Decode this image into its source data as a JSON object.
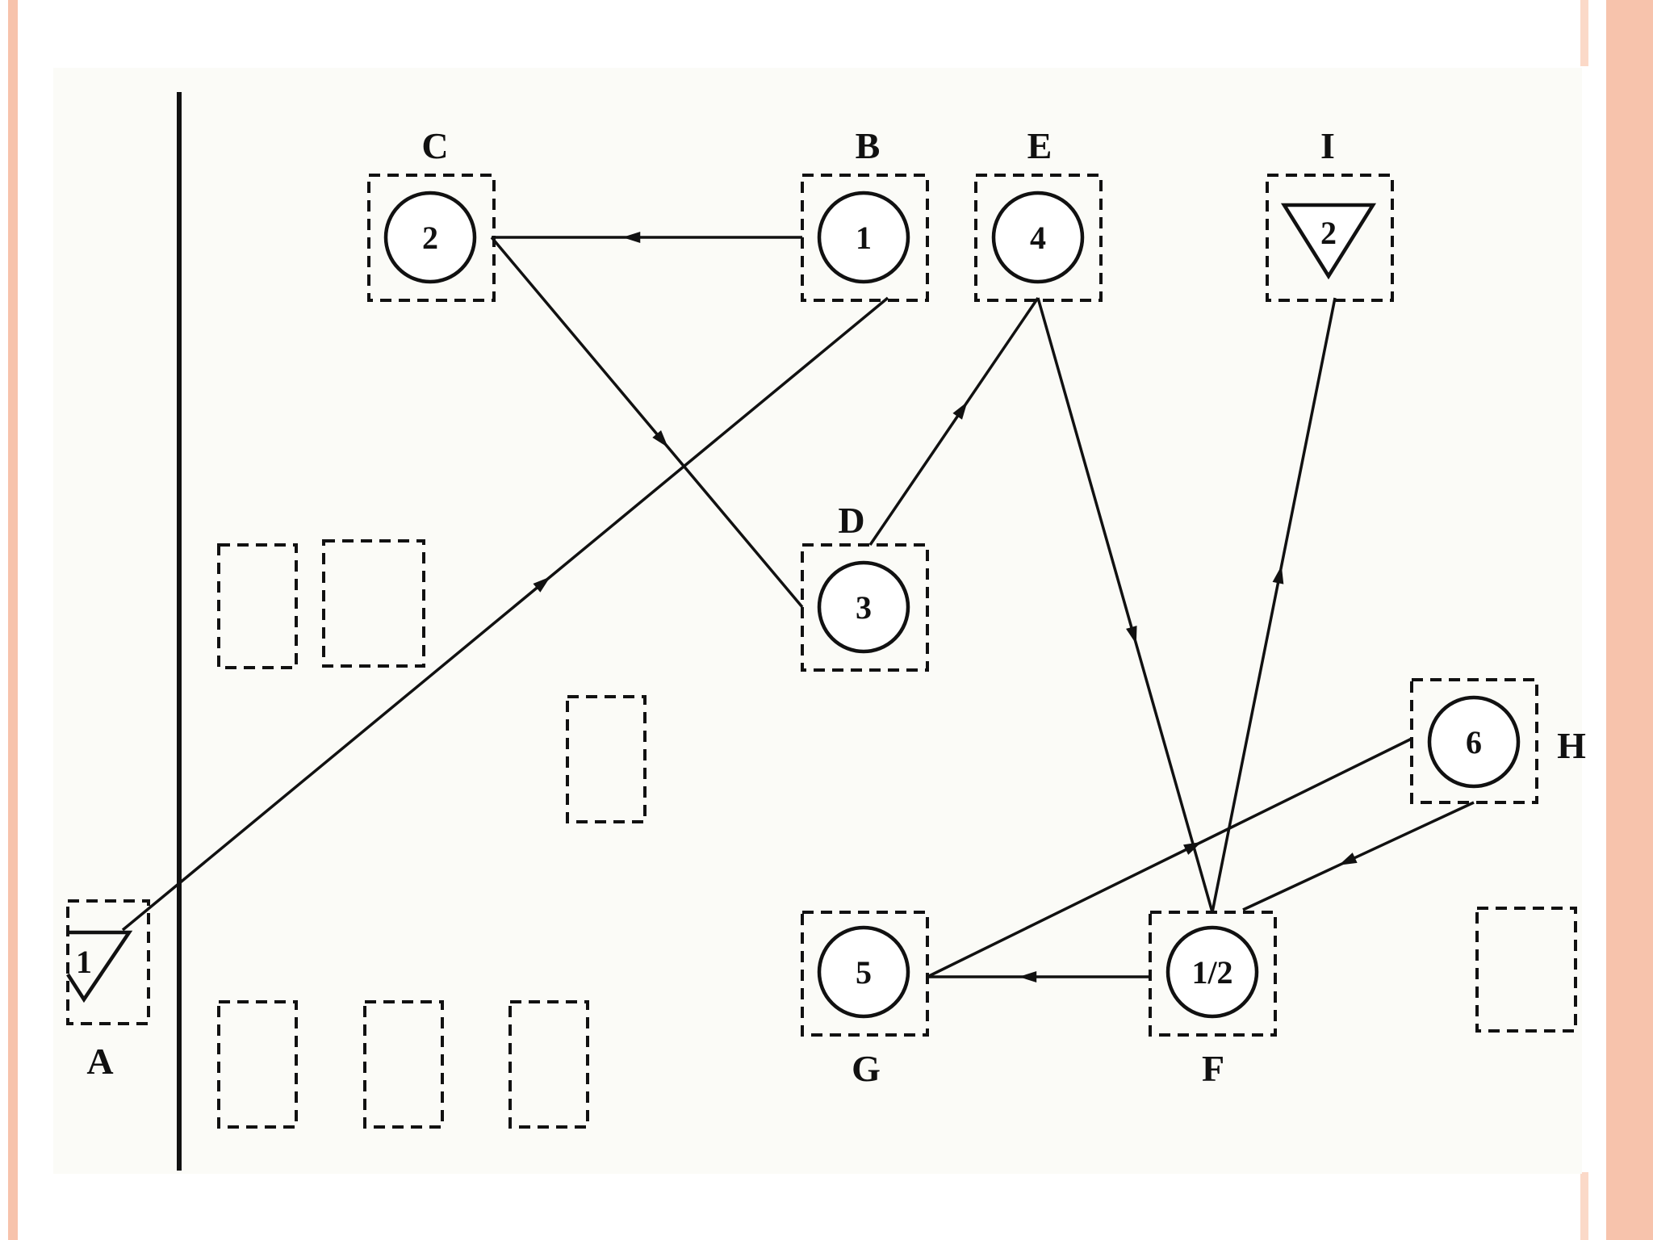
{
  "colors": {
    "border_outer": "#f7c3ac",
    "border_inner": "#fbd9c8",
    "panel": "#fbfbf7",
    "ink": "#111111"
  },
  "nodes": [
    {
      "id": "C",
      "label": "C",
      "number": "2",
      "shape": "circle"
    },
    {
      "id": "B",
      "label": "B",
      "number": "1",
      "shape": "circle"
    },
    {
      "id": "E",
      "label": "E",
      "number": "4",
      "shape": "circle"
    },
    {
      "id": "I",
      "label": "I",
      "number": "2",
      "shape": "triangle-down"
    },
    {
      "id": "D",
      "label": "D",
      "number": "3",
      "shape": "circle"
    },
    {
      "id": "H",
      "label": "H",
      "number": "6",
      "shape": "circle"
    },
    {
      "id": "G",
      "label": "G",
      "number": "5",
      "shape": "circle"
    },
    {
      "id": "F",
      "label": "F",
      "number": "1/2",
      "shape": "circle"
    },
    {
      "id": "A",
      "label": "A",
      "number": "1",
      "shape": "triangle-down"
    }
  ],
  "edges": [
    {
      "from": "A",
      "to": "B"
    },
    {
      "from": "B",
      "to": "C"
    },
    {
      "from": "C",
      "to": "D"
    },
    {
      "from": "D",
      "to": "E"
    },
    {
      "from": "E",
      "to": "F"
    },
    {
      "from": "F",
      "to": "I"
    },
    {
      "from": "H",
      "to": "F"
    },
    {
      "from": "F",
      "to": "G"
    },
    {
      "from": "G",
      "to": "H"
    }
  ]
}
